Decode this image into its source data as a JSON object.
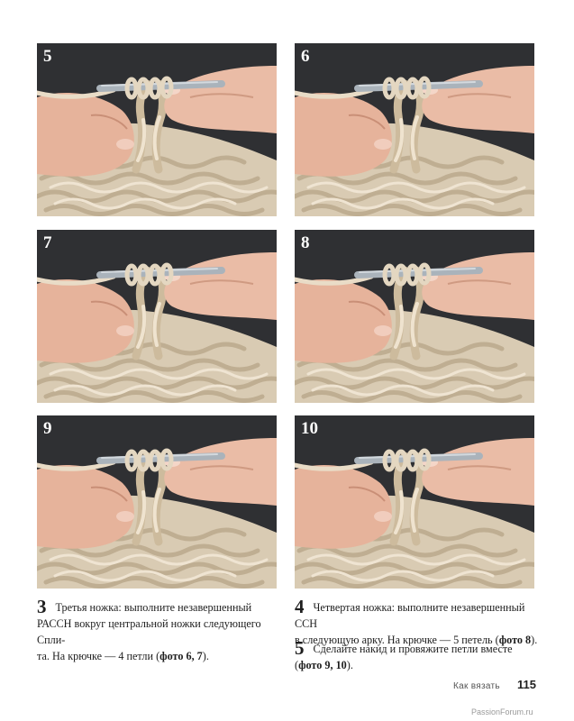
{
  "photos": [
    {
      "label": "5"
    },
    {
      "label": "6"
    },
    {
      "label": "7"
    },
    {
      "label": "8"
    },
    {
      "label": "9"
    },
    {
      "label": "10"
    }
  ],
  "steps": [
    {
      "number": "3",
      "line1": "Третья ножка: выполните незавершенный",
      "line2": "РАССН вокруг центральной ножки следующего Спли-",
      "line3_prefix": "та. На крючке — 4 петли (",
      "ref": "фото 6, 7",
      "line3_suffix": ")."
    },
    {
      "number": "4",
      "line1": "Четвертая ножка: выполните незавершенный ССН",
      "line2_prefix": "в следующую арку. На крючке — 5 петель (",
      "ref": "фото 8",
      "line2_suffix": ")."
    },
    {
      "number": "5",
      "line1": "Сделайте накид и провяжите петли вместе",
      "line2_prefix": "(",
      "ref": "фото 9, 10",
      "line2_suffix": ")."
    }
  ],
  "footer": {
    "section": "Как вязать",
    "page": "115",
    "watermark": "PassionForum.ru"
  },
  "colors": {
    "background": "#2f3033",
    "yarn": "#e2d5bf",
    "skin": "#e9b8a1",
    "hook": "#a9b2ba"
  }
}
